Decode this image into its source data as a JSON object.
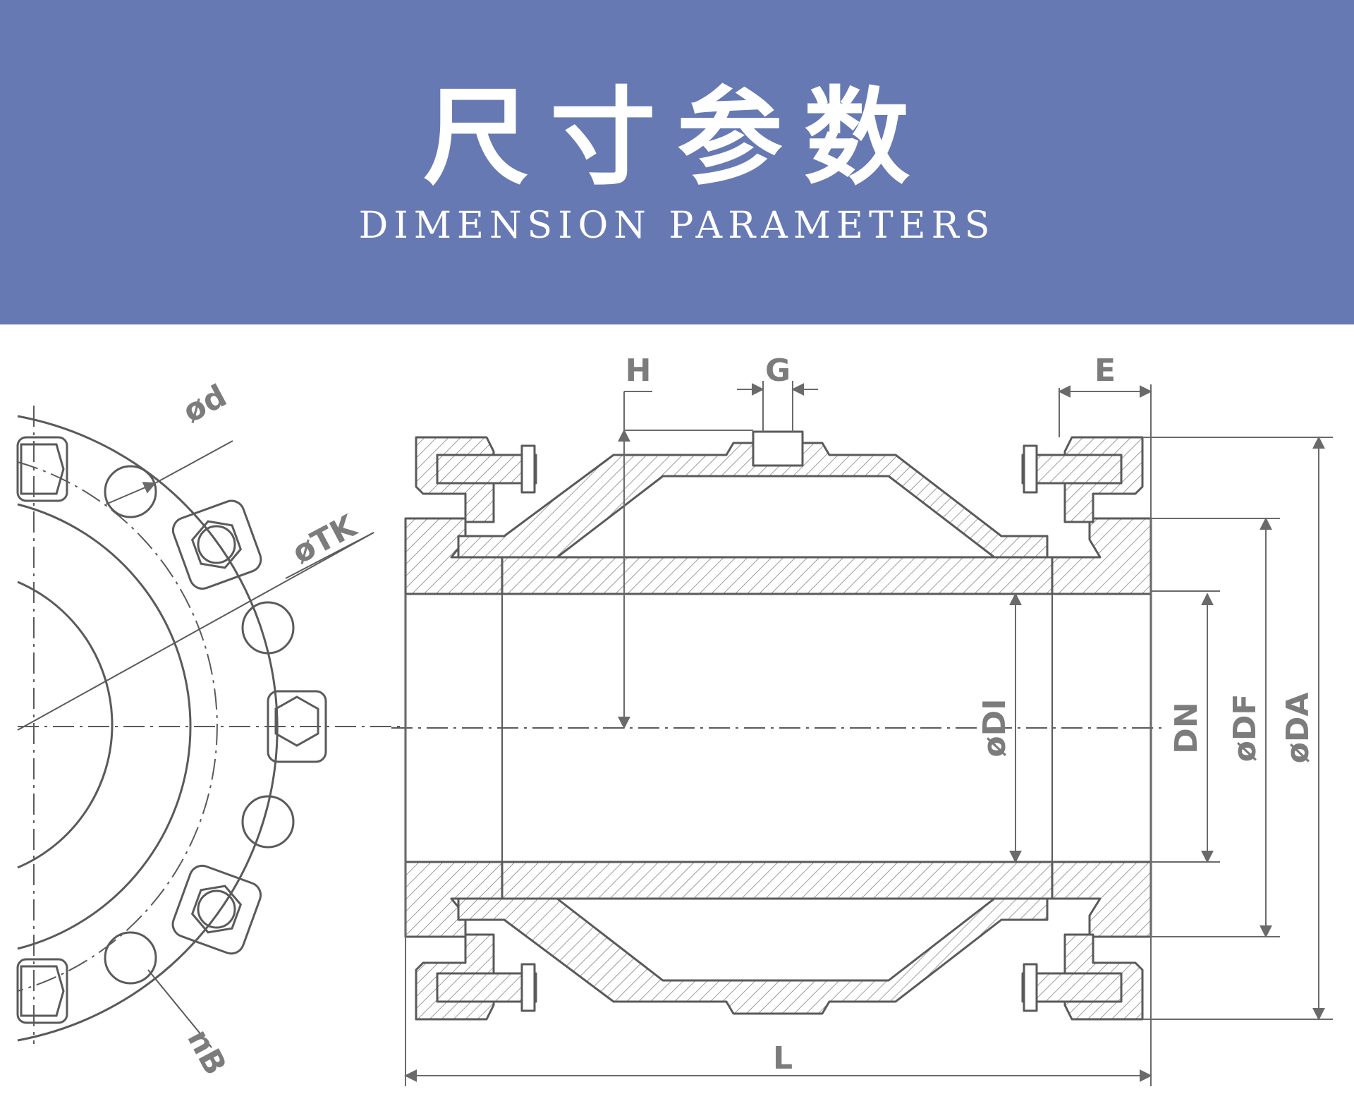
{
  "header": {
    "title_cn": "尺寸参数",
    "title_en": "DIMENSION PARAMETERS",
    "background_color": "#6779b3"
  },
  "diagram": {
    "line_color": "#5a5a5a",
    "label_color": "#7c7c7c",
    "labels": {
      "H": "H",
      "G": "G",
      "E": "E",
      "d": "ød",
      "TK": "øTK",
      "nB": "nB",
      "DI": "øDI",
      "DN": "DN",
      "DF": "øDF",
      "DA": "øDA",
      "L": "L"
    }
  }
}
